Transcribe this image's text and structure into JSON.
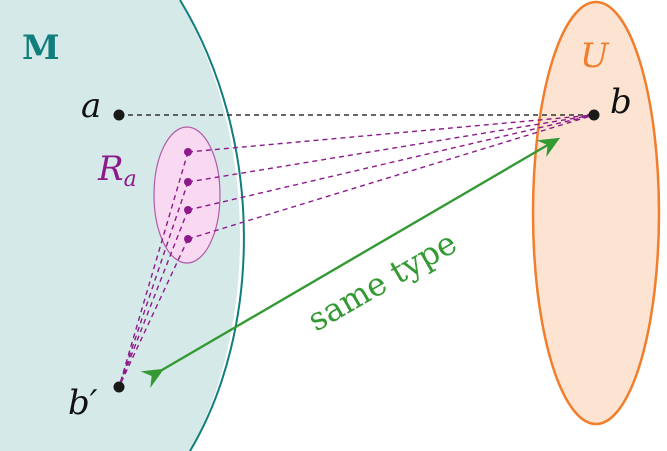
{
  "diagram": {
    "set_M": {
      "label": "M",
      "fill": "#d5eae8",
      "stroke": "#117e7e"
    },
    "set_U": {
      "label": "U",
      "fill": "#fde4d2",
      "stroke": "#f07e2c"
    },
    "set_Ra": {
      "label_base": "R",
      "label_sub": "a",
      "fill": "#f9d9f1",
      "stroke": "#b25aa8"
    },
    "points": {
      "a": {
        "label": "a"
      },
      "b": {
        "label": "b"
      },
      "b_prime": {
        "label": "b′"
      }
    },
    "relation": {
      "label": "same type",
      "color": "#339933"
    },
    "dashed_color_purple": "#8d1a8b",
    "dashed_color_black": "#333333"
  }
}
